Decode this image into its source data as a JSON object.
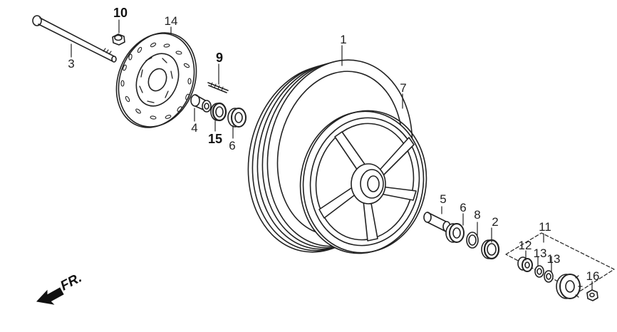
{
  "diagram": {
    "parts": [
      {
        "id": "1",
        "label": "1",
        "name": "rear-tire"
      },
      {
        "id": "2",
        "label": "2",
        "name": "oil-seal"
      },
      {
        "id": "3",
        "label": "3",
        "name": "axle"
      },
      {
        "id": "4",
        "label": "4",
        "name": "distance-collar"
      },
      {
        "id": "5",
        "label": "5",
        "name": "spacer"
      },
      {
        "id": "6a",
        "label": "6",
        "name": "bearing-left"
      },
      {
        "id": "6b",
        "label": "6",
        "name": "bearing-right"
      },
      {
        "id": "7",
        "label": "7",
        "name": "cast-wheel"
      },
      {
        "id": "8",
        "label": "8",
        "name": "circlip"
      },
      {
        "id": "9",
        "label": "9",
        "name": "air-valve"
      },
      {
        "id": "10",
        "label": "10",
        "name": "axle-nut"
      },
      {
        "id": "11",
        "label": "11",
        "name": "gearbox-assembly"
      },
      {
        "id": "12",
        "label": "12",
        "name": "gear"
      },
      {
        "id": "13a",
        "label": "13",
        "name": "washer-a"
      },
      {
        "id": "13b",
        "label": "13",
        "name": "washer-b"
      },
      {
        "id": "14",
        "label": "14",
        "name": "brake-disc"
      },
      {
        "id": "15",
        "label": "15",
        "name": "dust-seal"
      },
      {
        "id": "16",
        "label": "16",
        "name": "nut"
      }
    ],
    "direction_label": "FR.",
    "colors": {
      "line": "#222222",
      "background": "#ffffff"
    }
  }
}
